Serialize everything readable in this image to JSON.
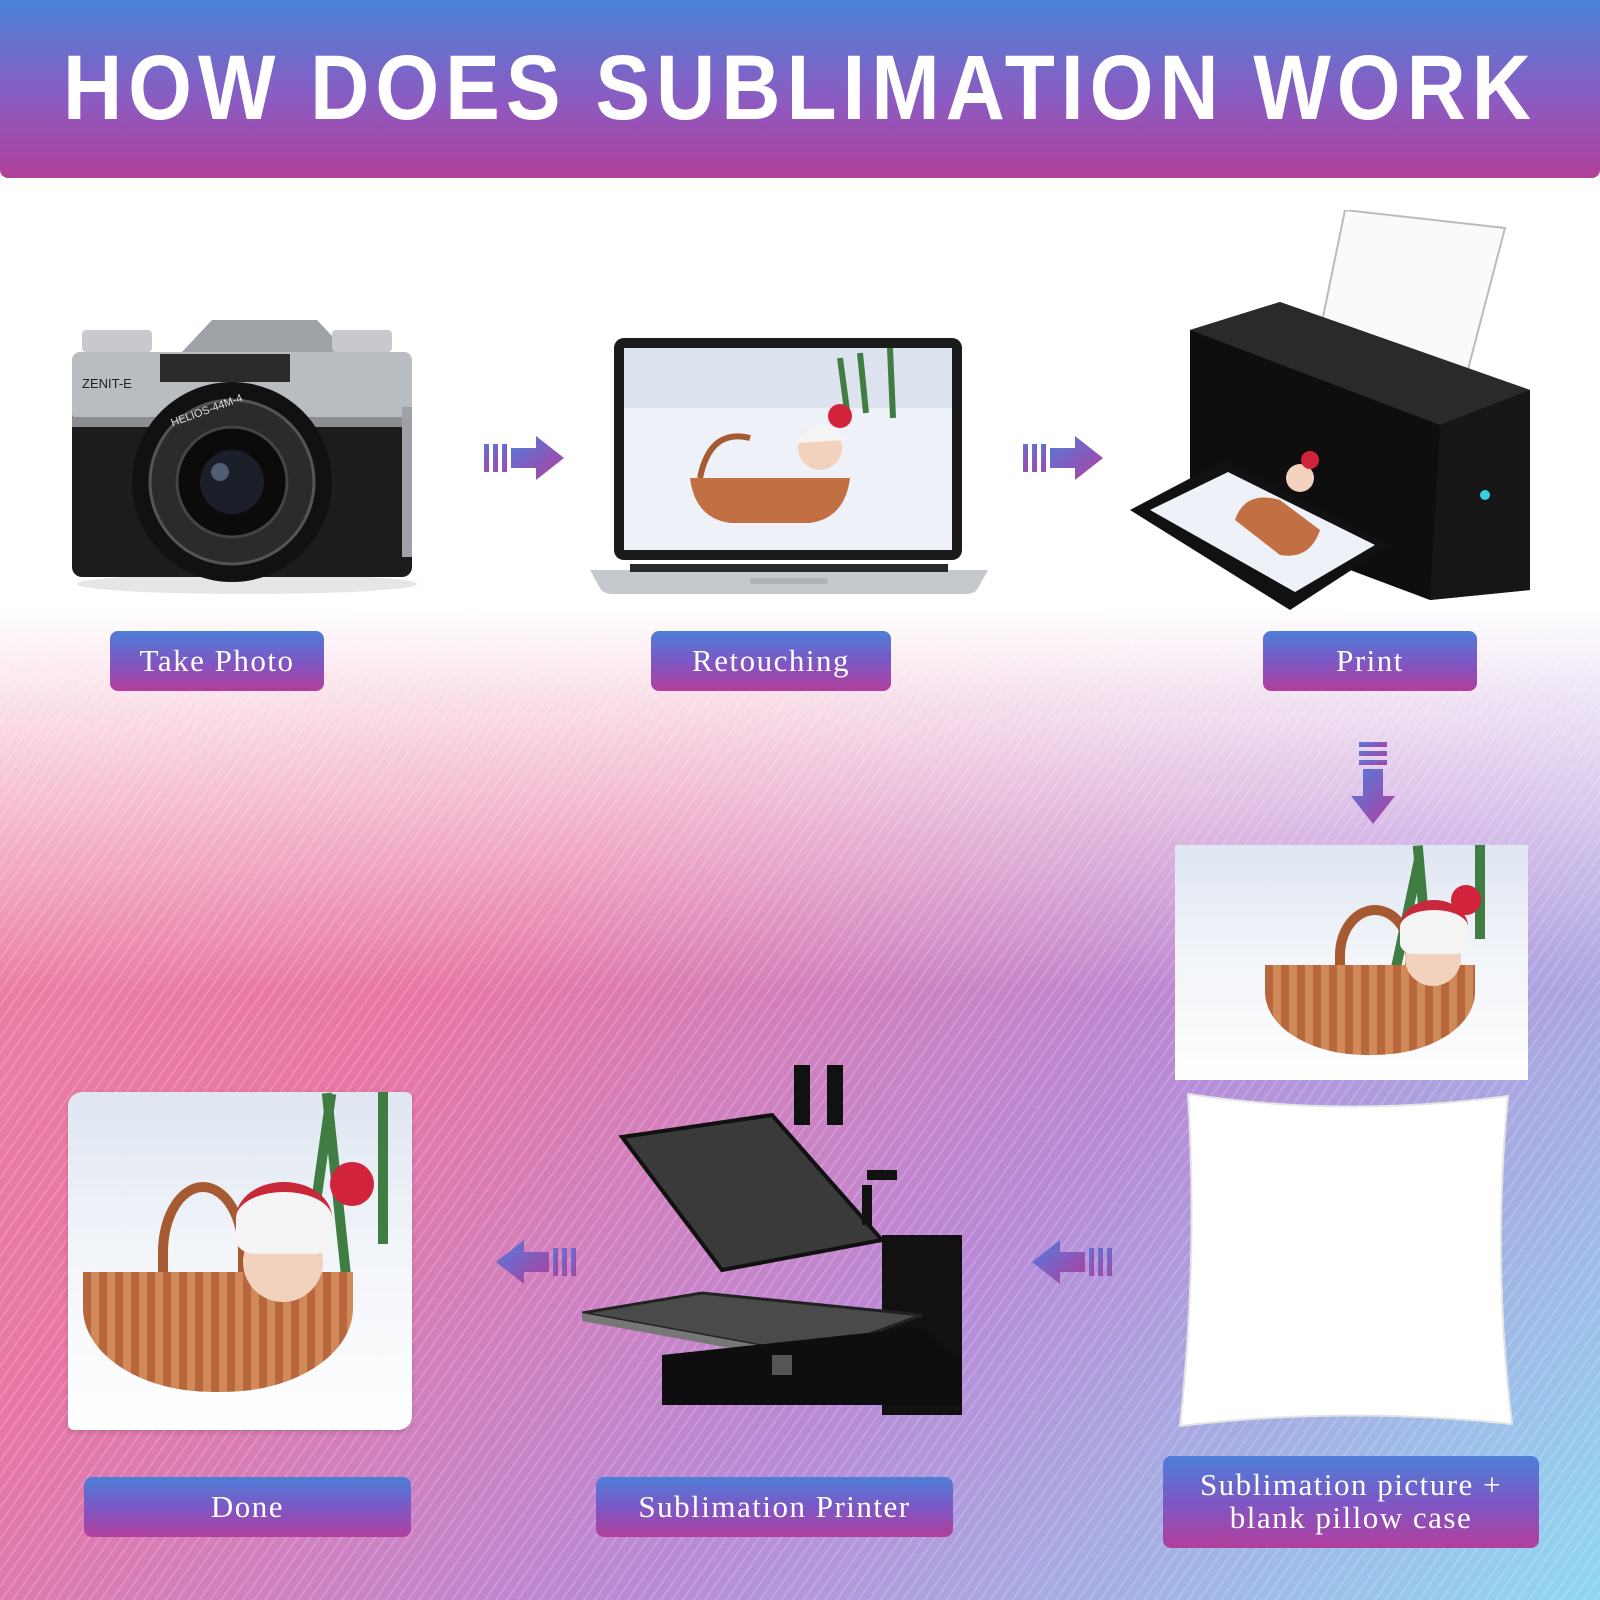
{
  "title": "HOW DOES SUBLIMATION WORK",
  "steps": {
    "take_photo": "Take Photo",
    "retouching": "Retouching",
    "print": "Print",
    "sublimation_picture_line1": "Sublimation picture +",
    "sublimation_picture_line2": "blank pillow case",
    "sublimation_printer": "Sublimation Printer",
    "done": "Done"
  },
  "camera": {
    "brand": "ZENIT-E",
    "lens": "HELIOS-44M-4"
  },
  "colors": {
    "banner_top": "#4a82d6",
    "banner_bottom": "#b13f9a",
    "arrow_blue": "#4f7de0",
    "arrow_magenta": "#b33e9c"
  },
  "icons": [
    "camera-icon",
    "laptop-icon",
    "printer-icon",
    "sublimation-photo",
    "blank-pillow",
    "heat-press-icon",
    "printed-pillow"
  ]
}
